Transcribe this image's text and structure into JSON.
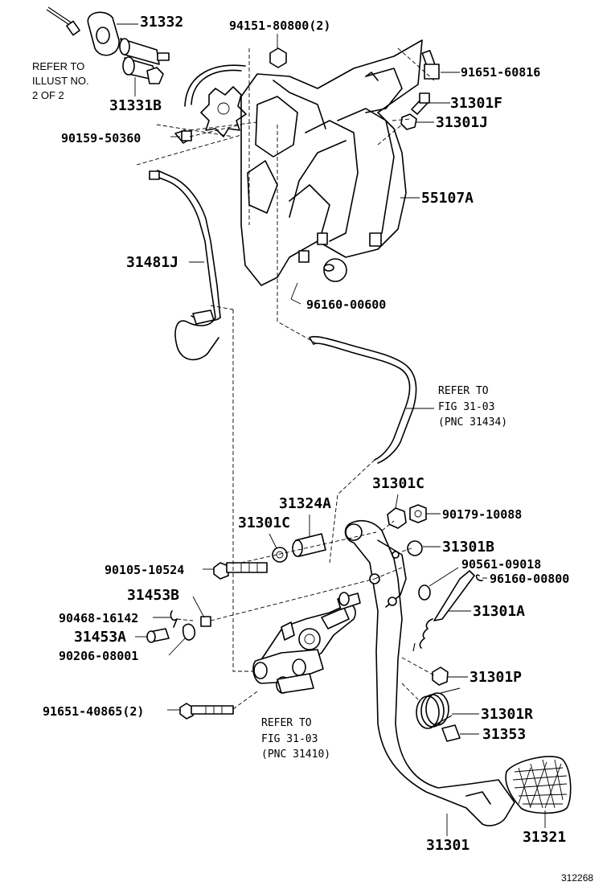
{
  "labels": {
    "p31332": "31332",
    "p94151": "94151-80800(2)",
    "p91651_60816": "91651-60816",
    "p31331b": "31331B",
    "p31301f": "31301F",
    "p31301j": "31301J",
    "p90159": "90159-50360",
    "p55107a": "55107A",
    "p31481j": "31481J",
    "p96160_00600": "96160-00600",
    "p31301c_top": "31301C",
    "p31324a": "31324A",
    "p90179": "90179-10088",
    "p31301c_mid": "31301C",
    "p31301b": "31301B",
    "p90561": "90561-09018",
    "p96160_00800": "96160-00800",
    "p90105": "90105-10524",
    "p31301a": "31301A",
    "p31453b": "31453B",
    "p90468": "90468-16142",
    "p31453a": "31453A",
    "p90206": "90206-08001",
    "p31301p": "31301P",
    "p91651_40865": "91651-40865(2)",
    "p31301r": "31301R",
    "p31353": "31353",
    "p31301": "31301",
    "p31321": "31321"
  },
  "refer_illust": {
    "line1": "REFER TO",
    "line2": "ILLUST NO.",
    "line3": "2 OF 2"
  },
  "refer_fig_31434": {
    "line1": "REFER TO",
    "line2": "FIG 31-03",
    "line3": "(PNC 31434)"
  },
  "refer_fig_31410": {
    "line1": "REFER TO",
    "line2": "FIG 31-03",
    "line3": "(PNC 31410)"
  },
  "figure_id": "312268"
}
